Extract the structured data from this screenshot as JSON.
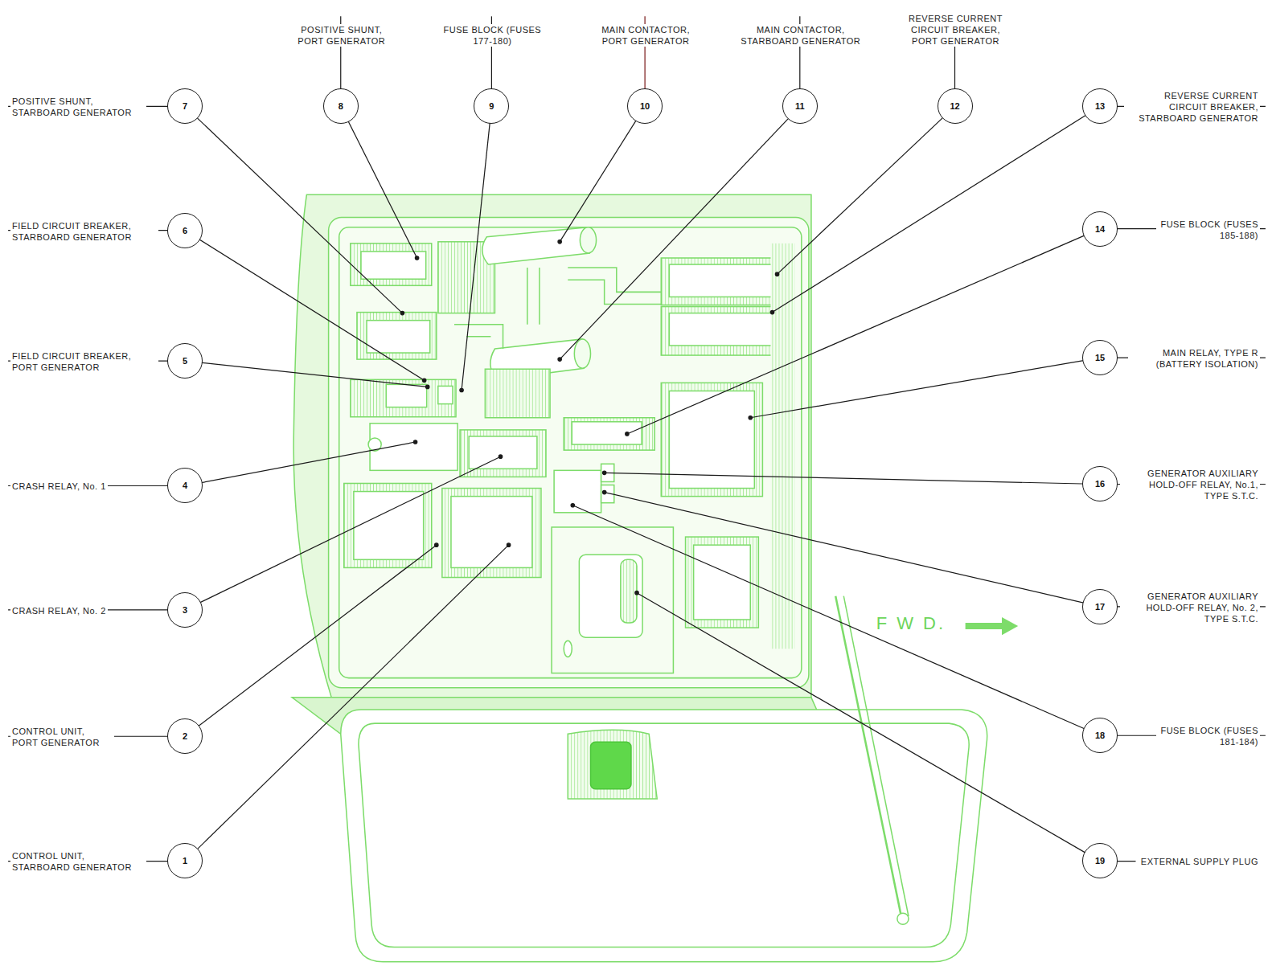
{
  "diagram": {
    "nodes": [
      {
        "text": [
          "1",
          "CONTROL UNIT, STARBOARD GENERATOR"
        ]
      },
      {
        "text": [
          "2",
          "CONTROL UNIT, PORT GENERATOR"
        ]
      },
      {
        "text": [
          "3",
          "CRASH RELAY, No. 2"
        ]
      },
      {
        "text": [
          "4",
          "CRASH RELAY, No. 1"
        ]
      },
      {
        "text": [
          "5",
          "FIELD CIRCUIT BREAKER, PORT GENERATOR"
        ]
      },
      {
        "text": [
          "6",
          "FIELD CIRCUIT BREAKER, STARBOARD GENERATOR"
        ]
      },
      {
        "text": [
          "7",
          "POSITIVE SHUNT, STARBOARD GENERATOR"
        ]
      },
      {
        "text": [
          "8",
          "POSITIVE SHUNT, PORT GENERATOR"
        ]
      },
      {
        "text": [
          "9",
          "FUSE BLOCK (FUSES 177-180)"
        ]
      },
      {
        "text": [
          "10",
          "MAIN CONTACTOR, PORT GENERATOR"
        ]
      },
      {
        "text": [
          "11",
          "MAIN CONTACTOR, STARBOARD GENERATOR"
        ]
      },
      {
        "text": [
          "12",
          "REVERSE CURRENT CIRCUIT BREAKER, PORT GENERATOR"
        ]
      },
      {
        "text": [
          "13",
          "REVERSE CURRENT CIRCUIT BREAKER, STARBOARD GENERATOR"
        ]
      },
      {
        "text": [
          "14",
          "FUSE BLOCK (FUSES 185-188)"
        ]
      },
      {
        "text": [
          "15",
          "MAIN RELAY, TYPE R (BATTERY ISOLATION)"
        ]
      },
      {
        "text": [
          "16",
          "GENERATOR AUXILIARY HOLD-OFF RELAY, No.1, TYPE S.T.C."
        ]
      },
      {
        "text": [
          "17",
          "GENERATOR AUXILIARY HOLD-OFF RELAY, No. 2, TYPE S.T.C."
        ]
      },
      {
        "text": [
          "18",
          "FUSE BLOCK (FUSES 181-184)"
        ]
      },
      {
        "text": [
          "19",
          "EXTERNAL SUPPLY PLUG"
        ]
      }
    ],
    "labels": [
      "F W D."
    ]
  }
}
